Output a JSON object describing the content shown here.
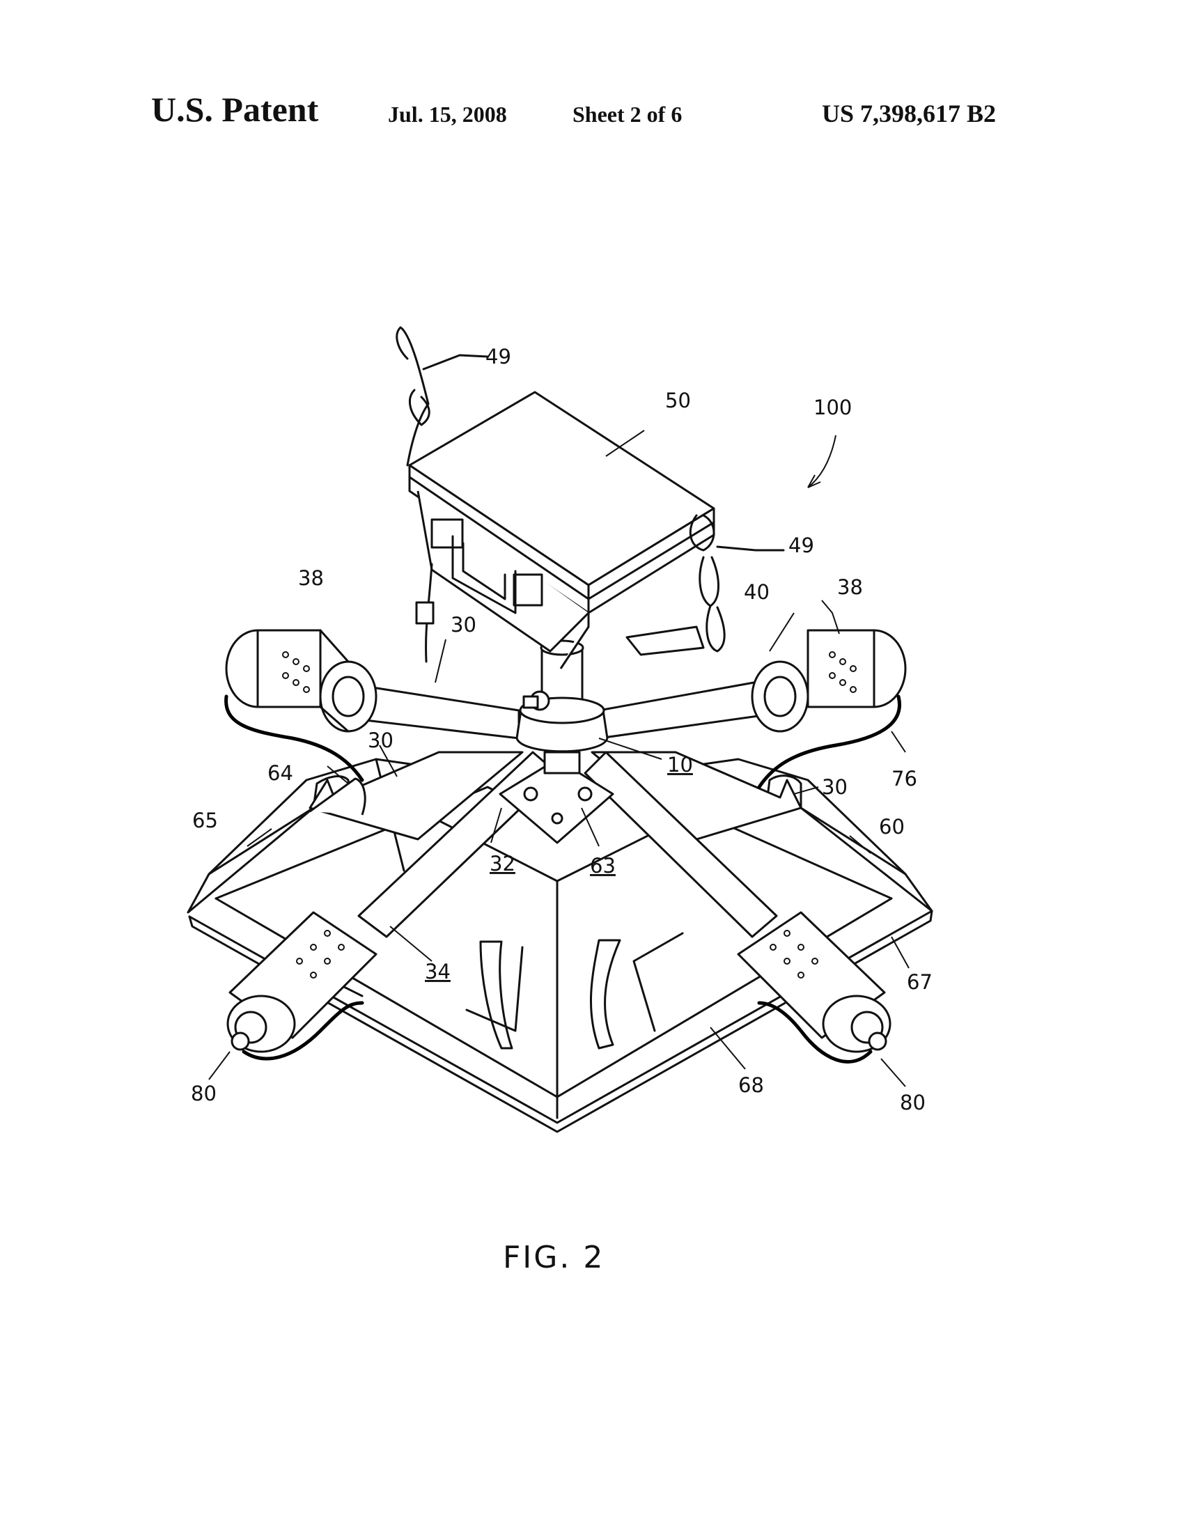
{
  "header": {
    "title": "U.S. Patent",
    "date": "Jul. 15, 2008",
    "sheet": "Sheet 2 of 6",
    "number": "US 7,398,617 B2"
  },
  "figure": {
    "caption": "FIG. 2",
    "reference_labels": [
      {
        "id": "ref-49-top",
        "text": "49",
        "underlined": false
      },
      {
        "id": "ref-50",
        "text": "50",
        "underlined": false
      },
      {
        "id": "ref-100",
        "text": "100",
        "underlined": false
      },
      {
        "id": "ref-49-right",
        "text": "49",
        "underlined": false
      },
      {
        "id": "ref-38-left",
        "text": "38",
        "underlined": false
      },
      {
        "id": "ref-38-right",
        "text": "38",
        "underlined": false
      },
      {
        "id": "ref-40",
        "text": "40",
        "underlined": false
      },
      {
        "id": "ref-30-upper",
        "text": "30",
        "underlined": false
      },
      {
        "id": "ref-30-left",
        "text": "30",
        "underlined": false
      },
      {
        "id": "ref-30-right",
        "text": "30",
        "underlined": false
      },
      {
        "id": "ref-10",
        "text": "10",
        "underlined": true
      },
      {
        "id": "ref-76",
        "text": "76",
        "underlined": false
      },
      {
        "id": "ref-64",
        "text": "64",
        "underlined": false
      },
      {
        "id": "ref-65",
        "text": "65",
        "underlined": false
      },
      {
        "id": "ref-60",
        "text": "60",
        "underlined": false
      },
      {
        "id": "ref-32",
        "text": "32",
        "underlined": true
      },
      {
        "id": "ref-63",
        "text": "63",
        "underlined": true
      },
      {
        "id": "ref-34",
        "text": "34",
        "underlined": true
      },
      {
        "id": "ref-67",
        "text": "67",
        "underlined": false
      },
      {
        "id": "ref-68",
        "text": "68",
        "underlined": false
      },
      {
        "id": "ref-80-left",
        "text": "80",
        "underlined": false
      },
      {
        "id": "ref-80-right",
        "text": "80",
        "underlined": false
      }
    ]
  }
}
